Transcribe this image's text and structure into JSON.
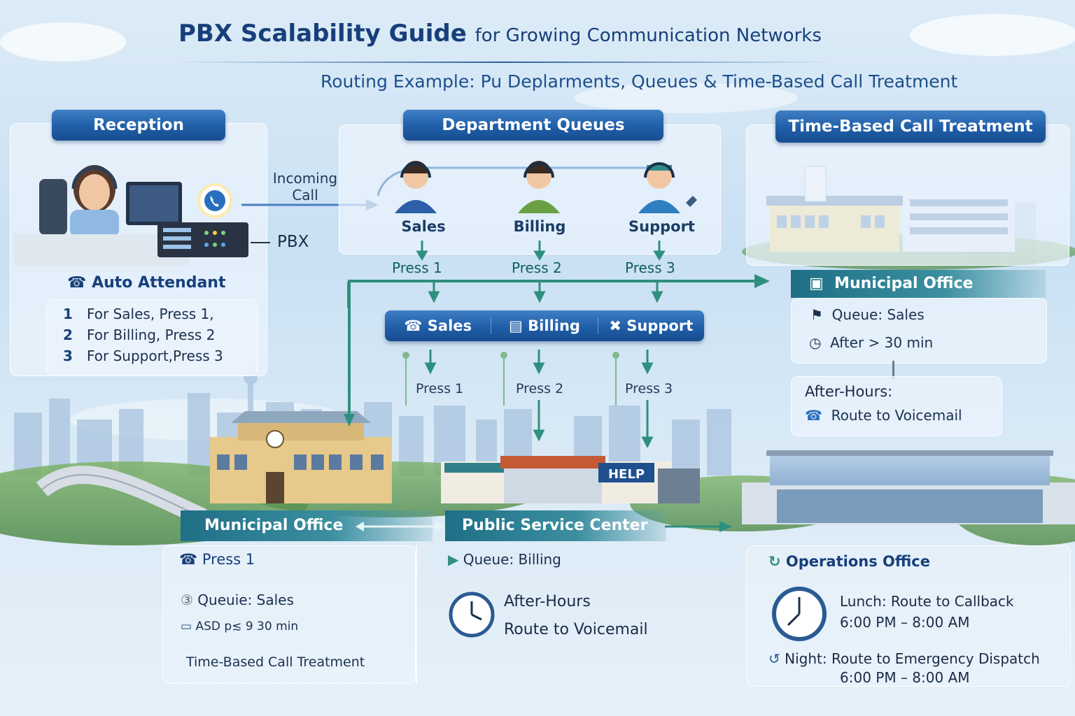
{
  "header": {
    "title_bold": "PBX Scalability Guide",
    "title_rest": "for Growing Communication Networks",
    "subtitle": "Routing Example:  Pu Deplarments, Queues & Time-Based Call Treatment"
  },
  "reception": {
    "heading": "Reception",
    "incoming": [
      "Incoming",
      "Call"
    ],
    "pbx_label": "PBX",
    "auto_attendant": "Auto Attendant",
    "menu": [
      {
        "num": "1",
        "text": "For Sales, Press 1,"
      },
      {
        "num": "2",
        "text": "For Billing, Press 2"
      },
      {
        "num": "3",
        "text": "For Support,Press 3"
      }
    ]
  },
  "queues": {
    "heading": "Department Queues",
    "agents": [
      {
        "name": "Sales",
        "press": "Press 1"
      },
      {
        "name": "Billing",
        "press": "Press 2"
      },
      {
        "name": "Support",
        "press": "Press 3"
      }
    ],
    "bar": [
      "Sales",
      "Billing",
      "Support"
    ],
    "lower_press": [
      "Press 1",
      "Press 2",
      "Press 3"
    ],
    "help_sign": "HELP"
  },
  "time_based": {
    "heading": "Time-Based Call Treatment",
    "office": "Municipal Office",
    "queue": "Queue: Sales",
    "after": "After > 30 min",
    "after_hours": "After-Hours:",
    "route": "Route to Voicemail"
  },
  "bottom": {
    "municipal": "Municipal Office",
    "public": "Public Service Center",
    "left": {
      "press": "Press 1",
      "queue": "Queuie: Sales",
      "asd": "ASD p≲ 9 30 min",
      "footer": "Time-Based Call Treatment"
    },
    "middle": {
      "queue": "Queue: Billing",
      "after_hours": "After-Hours",
      "route": "Route to Voicemail"
    },
    "right": {
      "heading": "Operations Office",
      "lunch": "Lunch: Route to Callback",
      "lunch_time": "6:00 PM – 8:00 AM",
      "night": "Night: Route to Emergency Dispatch",
      "night_time": "6:00 PM – 8:00 AM"
    }
  },
  "colors": {
    "navy": "#173f7a",
    "pill_blue": "#1f5ea8",
    "flow_teal": "#2f8f7e",
    "bar_teal": "#1f6f86"
  }
}
